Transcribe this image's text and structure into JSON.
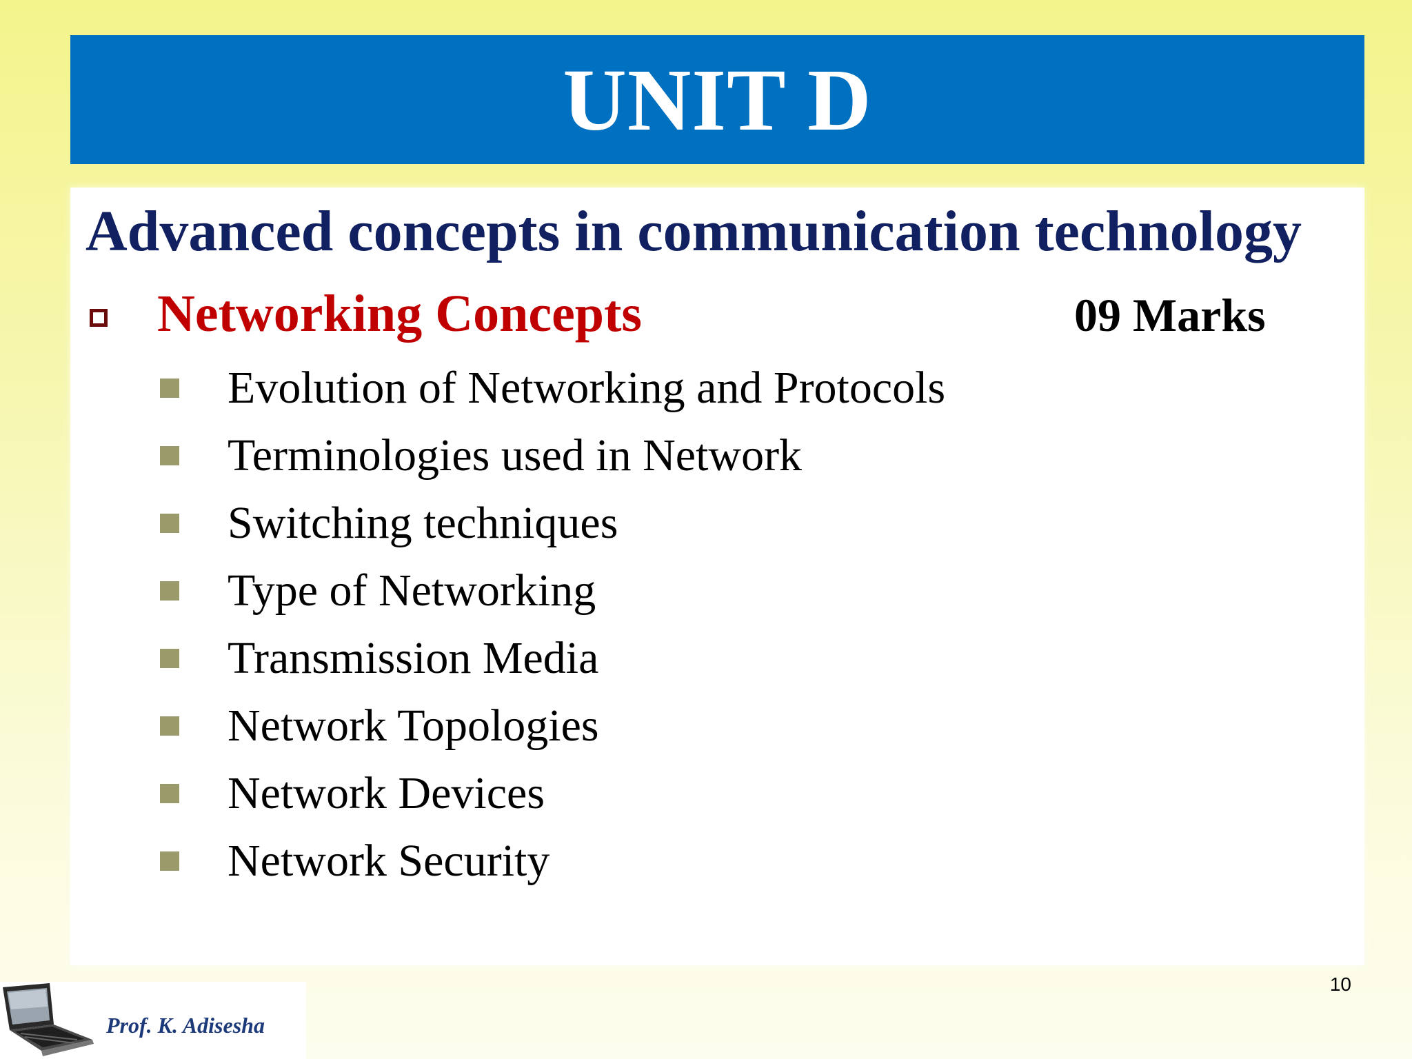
{
  "slide": {
    "title": "UNIT D",
    "subtitle": "Advanced concepts in communication technology",
    "section": {
      "title": "Networking Concepts",
      "marks": "09 Marks"
    },
    "topics": [
      "Evolution of Networking and Protocols",
      "Terminologies used in Network",
      "Switching techniques",
      "Type of Networking",
      "Transmission Media",
      "Network Topologies",
      "Network Devices",
      "Network Security"
    ],
    "page_number": "10"
  },
  "footer": {
    "author": "Prof. K. Adisesha",
    "icon": "laptop-icon"
  },
  "colors": {
    "title_bar": "#0070c0",
    "subtitle": "#102060",
    "section_title": "#c00000",
    "bullet": "#9a9a6a"
  }
}
